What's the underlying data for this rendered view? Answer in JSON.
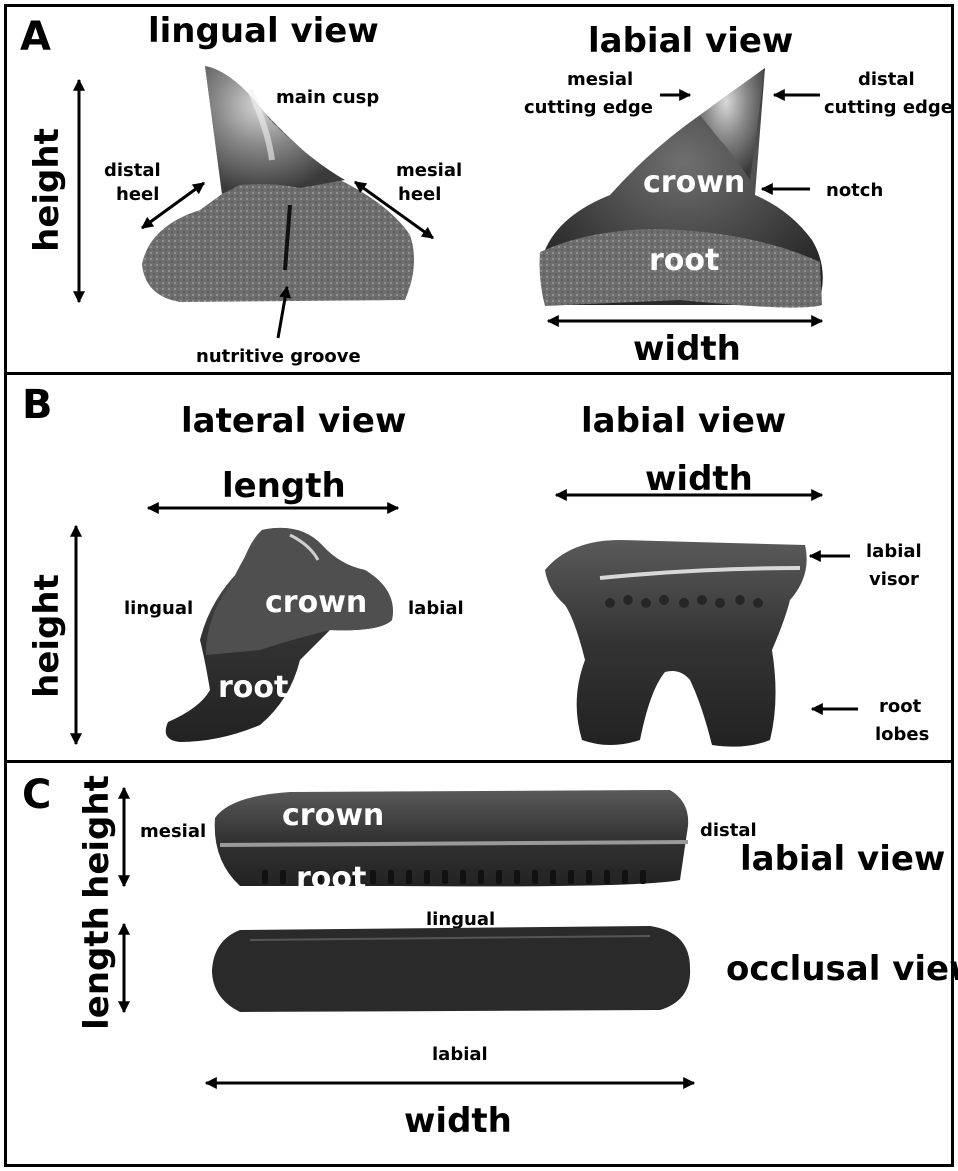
{
  "panel_a": {
    "letter": "A",
    "left_title": "lingual view",
    "right_title": "labial view",
    "height_label": "height",
    "main_cusp": "main cusp",
    "distal_heel": [
      "distal",
      "heel"
    ],
    "mesial_heel": [
      "mesial",
      "heel"
    ],
    "nutritive_groove": "nutritive groove",
    "mesial_cutting_edge": [
      "mesial",
      "cutting edge"
    ],
    "distal_cutting_edge": [
      "distal",
      "cutting edge"
    ],
    "crown": "crown",
    "root": "root",
    "notch": "notch",
    "width_label": "width"
  },
  "panel_b": {
    "letter": "B",
    "left_title": "lateral view",
    "right_title": "labial view",
    "length_label": "length",
    "width_label": "width",
    "height_label": "height",
    "lingual": "lingual",
    "labial": "labial",
    "crown": "crown",
    "root": "root",
    "labial_visor": [
      "labial",
      "visor"
    ],
    "root_lobes": [
      "root",
      "lobes"
    ]
  },
  "panel_c": {
    "letter": "C",
    "height_label": "height",
    "length_label": "length",
    "mesial": "mesial",
    "distal": "distal",
    "crown": "crown",
    "root": "root",
    "labial_view": "labial view",
    "lingual": "lingual",
    "labial": "labial",
    "occlusal_view": "occlusal view",
    "width_label": "width"
  }
}
